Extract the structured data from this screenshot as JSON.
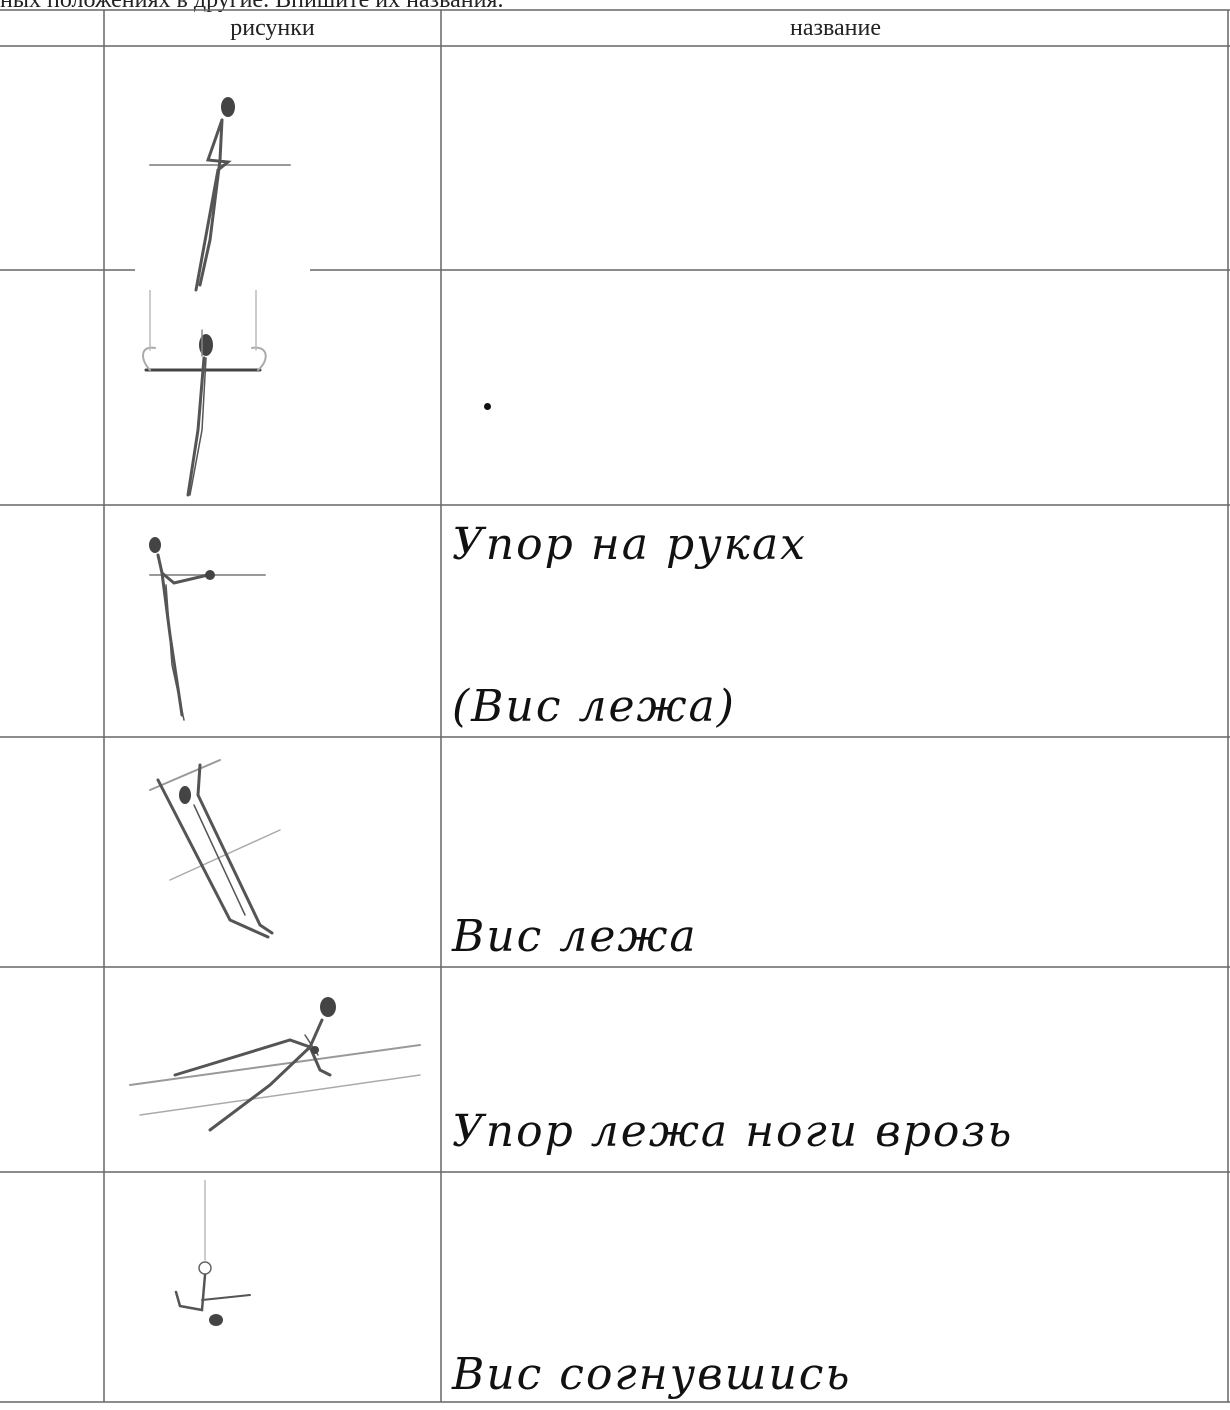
{
  "instruction": "ных положениях в другие. Впишите их названия.",
  "table": {
    "headers": {
      "figures": "рисунки",
      "name": "название"
    },
    "rows": [
      {
        "figure_icon": "gymnast-stick-figure-icon",
        "answer": ""
      },
      {
        "figure_icon": "gymnast-stick-figure-icon",
        "answer": ""
      },
      {
        "figure_icon": "gymnast-stick-figure-icon",
        "answer": "Упор на руках",
        "answer_extra": "(Вис лежа)"
      },
      {
        "figure_icon": "gymnast-stick-figure-icon",
        "answer": "Вис лежа"
      },
      {
        "figure_icon": "gymnast-stick-figure-icon",
        "answer": "Упор лежа ноги врозь"
      },
      {
        "figure_icon": "gymnast-stick-figure-icon",
        "answer": "Вис согнувшись"
      }
    ]
  }
}
